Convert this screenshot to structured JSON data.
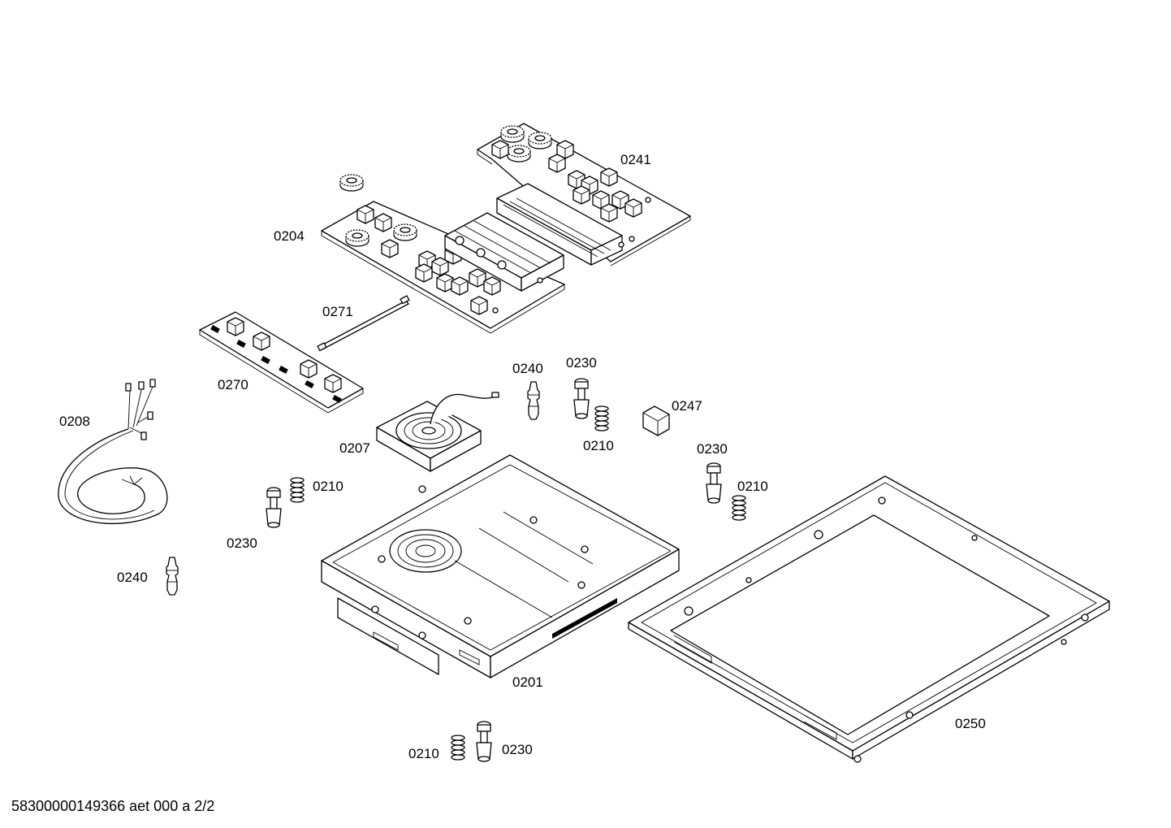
{
  "diagram": {
    "document_code": "58300000149366 aet 000 a 2/2",
    "labels": {
      "p0241": "0241",
      "p0204": "0204",
      "p0271": "0271",
      "p0270": "0270",
      "p0208": "0208",
      "p0207": "0207",
      "p0240a": "0240",
      "p0230a": "0230",
      "p0247": "0247",
      "p0210a": "0210",
      "p0230b": "0230",
      "p0210b": "0210",
      "p0210c": "0210",
      "p0230c": "0230",
      "p0240b": "0240",
      "p0201": "0201",
      "p0250": "0250",
      "p0210d": "0210",
      "p0230d": "0230"
    }
  }
}
